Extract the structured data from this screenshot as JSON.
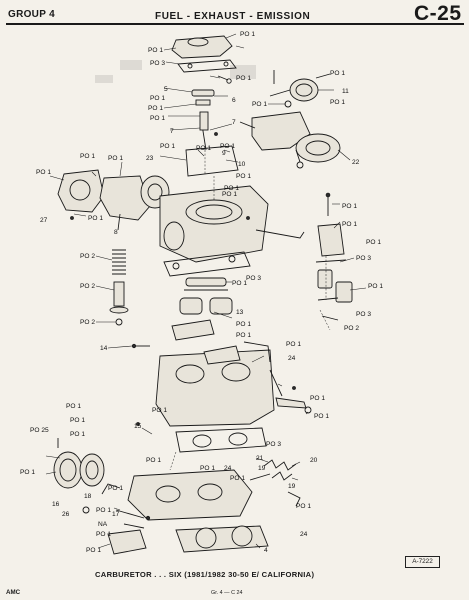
{
  "header": {
    "group": "GROUP 4",
    "title": "FUEL - EXHAUST - EMISSION",
    "page_code": "C-25"
  },
  "caption": "CARBURETOR . . . SIX (1981/1982  30-50 E/ CALIFORNIA)",
  "reference_code": "A-7222",
  "footer": {
    "left": "AMC",
    "center": "Gr. 4 — C 24"
  },
  "callouts": [
    {
      "t": "PO 1"
    },
    {
      "t": "PO 1"
    },
    {
      "t": "PO 3"
    },
    {
      "t": "PO 1"
    },
    {
      "t": "PO 1"
    },
    {
      "t": "5"
    },
    {
      "t": "PO 1"
    },
    {
      "t": "6"
    },
    {
      "t": "PO 1"
    },
    {
      "t": "PO 1"
    },
    {
      "t": "7"
    },
    {
      "t": "7"
    },
    {
      "t": "11"
    },
    {
      "t": "PO 1"
    },
    {
      "t": "PO 1"
    },
    {
      "t": "PO 1"
    },
    {
      "t": "9"
    },
    {
      "t": "PO 1"
    },
    {
      "t": "10"
    },
    {
      "t": "23"
    },
    {
      "t": "PO 1"
    },
    {
      "t": "PO 1"
    },
    {
      "t": "PO 1"
    },
    {
      "t": "PO 1"
    },
    {
      "t": "22"
    },
    {
      "t": "PO 1"
    },
    {
      "t": "PO 1"
    },
    {
      "t": "PO 1"
    },
    {
      "t": "PO 1"
    },
    {
      "t": "27"
    },
    {
      "t": "8"
    },
    {
      "t": "PO 1"
    },
    {
      "t": "PO 1"
    },
    {
      "t": "PO 2"
    },
    {
      "t": "PO 3"
    },
    {
      "t": "PO 3"
    },
    {
      "t": "PO 1"
    },
    {
      "t": "PO 1"
    },
    {
      "t": "PO 2"
    },
    {
      "t": "PO 1"
    },
    {
      "t": "PO 3"
    },
    {
      "t": "13"
    },
    {
      "t": "PO 2"
    },
    {
      "t": "PO 1"
    },
    {
      "t": "PO 2"
    },
    {
      "t": "PO 1"
    },
    {
      "t": "14"
    },
    {
      "t": "PO 1"
    },
    {
      "t": "24"
    },
    {
      "t": "PO 1"
    },
    {
      "t": "PO 1"
    },
    {
      "t": "PO 1"
    },
    {
      "t": "PO 1"
    },
    {
      "t": "PO 1"
    },
    {
      "t": "15"
    },
    {
      "t": "PO 25"
    },
    {
      "t": "PO 1"
    },
    {
      "t": "PO 3"
    },
    {
      "t": "PO 1"
    },
    {
      "t": "PO 1"
    },
    {
      "t": "21"
    },
    {
      "t": "19"
    },
    {
      "t": "20"
    },
    {
      "t": "PO 1"
    },
    {
      "t": "24"
    },
    {
      "t": "PO 1"
    },
    {
      "t": "16"
    },
    {
      "t": "26"
    },
    {
      "t": "18"
    },
    {
      "t": "PO 1"
    },
    {
      "t": "19"
    },
    {
      "t": "PO 1"
    },
    {
      "t": "17"
    },
    {
      "t": "NA"
    },
    {
      "t": "PO 1"
    },
    {
      "t": "PO 1"
    },
    {
      "t": "PO 1"
    },
    {
      "t": "24"
    },
    {
      "t": "4"
    }
  ]
}
